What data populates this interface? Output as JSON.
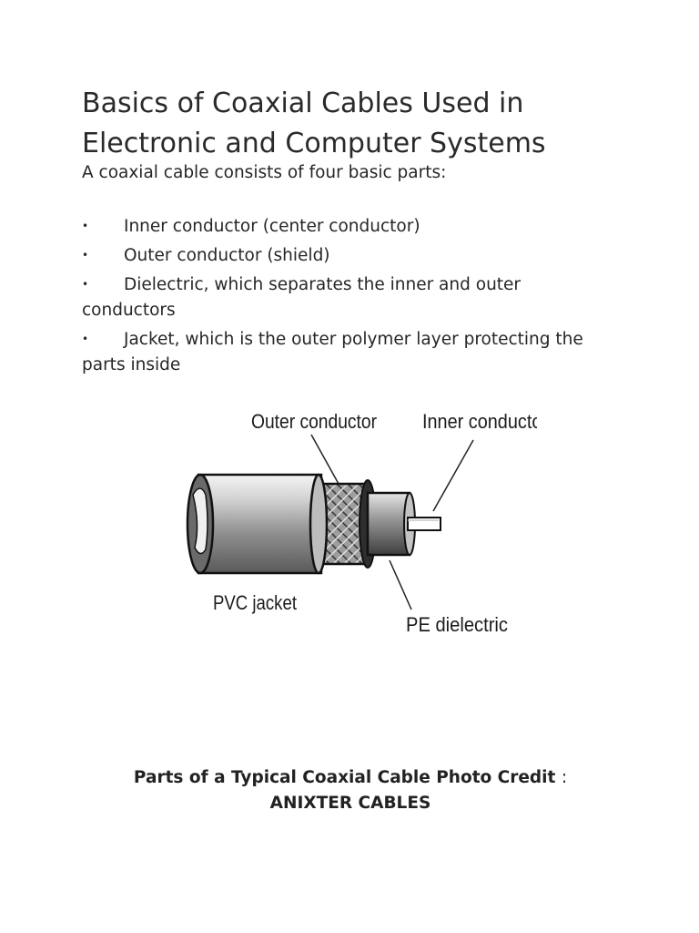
{
  "document": {
    "title_line1": "Basics of Coaxial Cables Used in",
    "title_line2": "Electronic and Computer Systems",
    "intro": "A coaxial cable consists of four basic parts:",
    "bullet_symbol": "•",
    "bullets": [
      "Inner conductor (center conductor)",
      "Outer conductor (shield)",
      "Dielectric, which separates the inner and outer conductors",
      "Jacket, which is the outer polymer layer protecting the parts inside"
    ]
  },
  "diagram": {
    "labels": {
      "outer_conductor": "Outer conductor",
      "inner_conductor": "Inner conductor",
      "pvc_jacket": "PVC jacket",
      "pe_dielectric": "PE dielectric"
    }
  },
  "caption": {
    "line1_bold": "Parts of a Typical Coaxial Cable Photo Credit",
    "line1_colon": ":",
    "line2_bold": "ANIXTER CABLES"
  },
  "colors": {
    "text": "#222222",
    "background": "#ffffff"
  }
}
